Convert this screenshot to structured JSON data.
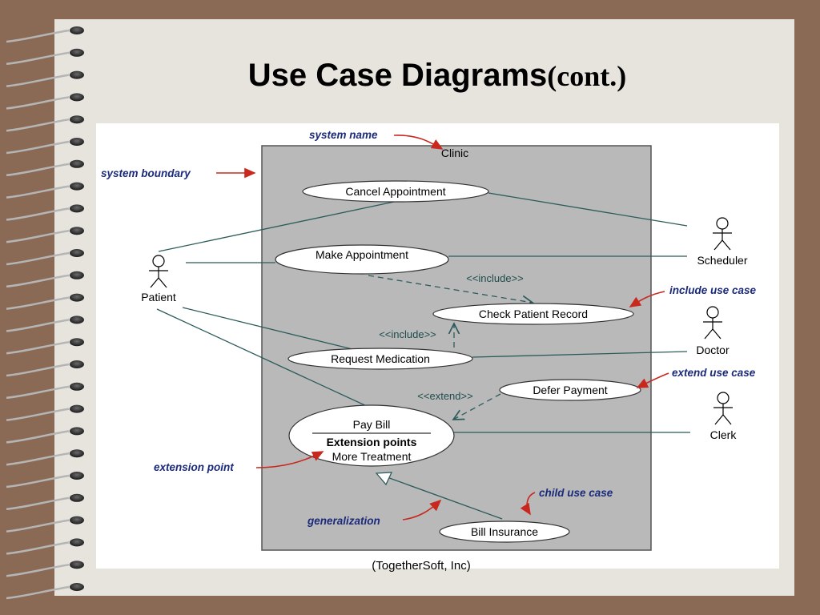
{
  "slide": {
    "title_main": "Use Case Diagrams",
    "title_suffix": "(cont.)",
    "credit": "(TogetherSoft, Inc)"
  },
  "diagram": {
    "system_name": "Clinic",
    "actors": {
      "patient": "Patient",
      "scheduler": "Scheduler",
      "doctor": "Doctor",
      "clerk": "Clerk"
    },
    "use_cases": {
      "cancel_appointment": "Cancel Appointment",
      "make_appointment": "Make Appointment",
      "check_patient_record": "Check Patient Record",
      "request_medication": "Request Medication",
      "defer_payment": "Defer Payment",
      "pay_bill": "Pay Bill",
      "extension_points_heading": "Extension points",
      "extension_point_value": "More Treatment",
      "bill_insurance": "Bill Insurance"
    },
    "stereotypes": {
      "include_1": "<<include>>",
      "include_2": "<<include>>",
      "extend": "<<extend>>"
    },
    "annotations": {
      "system_name": "system name",
      "system_boundary": "system boundary",
      "include_use_case": "include use case",
      "extend_use_case": "extend use case",
      "extension_point": "extension point",
      "child_use_case": "child use case",
      "generalization": "generalization"
    }
  },
  "colors": {
    "background": "#8a6a55",
    "paper": "#e7e4de",
    "system_box": "#b9b9b9",
    "connector": "#2c5b5b",
    "annotation_text": "#1b2a7a",
    "annotation_arrow": "#c8281e"
  }
}
